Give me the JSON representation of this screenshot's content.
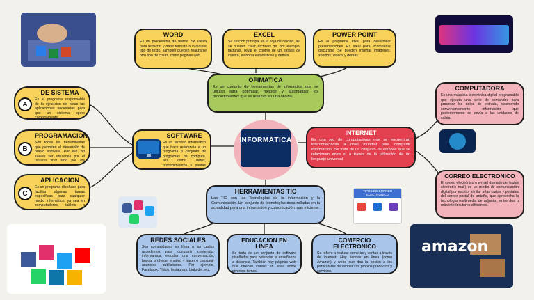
{
  "center": {
    "label": "INFORMÁTICA"
  },
  "word": {
    "title": "WORD",
    "body": "Es un procesador de textos. Se utiliza para redactar y darle formato a cualquier tipo de texto. También pueden realizarse otro tipo de cosas, como páginas web."
  },
  "excel": {
    "title": "EXCEL",
    "body": "Su función principal es la hoja de cálculo, allí se pueden crear archivos de, por ejemplo, facturas, llevar el control de un estado de cuenta, elaborar estadísticas y demás."
  },
  "powerpoint": {
    "title": "POWER POINT",
    "body": "Es el programa ideal para desarrollar presentaciones. Es ideal para acompañar discursos. Se pueden insertar imágenes, sonidos, videos y demás."
  },
  "ofimatica": {
    "title": "OFIMATICA",
    "body": "Es un conjunto de herramientas de informática que se utilizan para optimizar, mejorar y automatizar los procedimientos que se realizan en una oficina."
  },
  "sistema": {
    "title": "DE SISTEMA",
    "letter": "A",
    "body": "Es el programa responsable de la ejecución de todas las aplicaciones necesarias para que un sistema opere correctamente."
  },
  "programacion": {
    "title": "PROGRAMACION",
    "letter": "B",
    "body": "Son todas las herramientas que permiten el desarrollo de nuevo software. Por ello, no suelen ser utilizadas por el usuario final sino por los programadores."
  },
  "aplicacion": {
    "title": "APLICACION",
    "letter": "C",
    "body": "Es un programa diseñado para facilitar algunas tareas específicas para cualquier medio informático, ya sea en computadores, tablets o celulares."
  },
  "software": {
    "title": "SOFTWARE",
    "body": "Es un término informático que hace referencia a un programa o conjunto de programas de cómputo, así como datos, procedimientos y pautas que permiten realizar distintas tareas en un sistema informático."
  },
  "internet": {
    "title": "INTERNET",
    "body": "Es una red de computadoras que se encuentran interconectadas a nivel mundial para compartir información. Se trata de un conjunto de equipos que se relacionan entre sí a través de la utilización de un lenguaje universal."
  },
  "computadora": {
    "title": "COMPUTADORA",
    "body": "Es una máquina electrónica digital programable que ejecuta una serie de comandos para procesar los datos de entrada, obteniendo convenientemente información que posteriormente se envía a las unidades de salida."
  },
  "correo": {
    "title": "CORREO ELECTRONICO",
    "body": "El correo electrónico o e-mail (tomado del inglés electronic mail) es un medio de comunicación digital por escrito, similar a las cartas y postales del correo postal de antaño, que aprovecha la tecnología multimedia de adjuntar, entre dos o más interlocutores diferentes."
  },
  "mail_types": {
    "header": "TIPOS DE CORREO ELECTRÓNICO"
  },
  "herramientas": {
    "title": "HERRAMIENTAS TIC",
    "body": "Las TIC son las Tecnologías de la información y la Comunicación. Un conjunto de tecnologías desarrolladas en la actualidad para una información y comunicación más eficiente."
  },
  "redes": {
    "title": "REDES SOCIALES",
    "body": "Son comunidades en línea a las cuales accedemos para compartir contenido, informarnos, estudiar una conversación, buscar o ofrecer empleo y hacer o consumir anuncios publicitarios. Por ejemplo, Facebook, Tiktok, Instagram, Linkedin, etc."
  },
  "educacion": {
    "title": "EDUCACION EN LINEA",
    "body": "Se trata de un conjunto de software diseñados para potenciar la enseñanza a distancia. También hay páginas web que ofrecen cursos en línea sobre diversos temas."
  },
  "comercio": {
    "title": "COMERCIO ELECTRONICO",
    "body": "Se refiere a realizar compras y ventas a través de internet. Hay tiendas en línea (como Amazon) y webs que dan la opción a los particulares de vender sus propios productos y servicios."
  },
  "amazon": {
    "logo": "amazon"
  },
  "colors": {
    "yellow": "#f8d25a",
    "green": "#a8c95c",
    "blue": "#a9c6ea",
    "pink": "#f3b3ba",
    "red": "#e2404f",
    "bg": "#f3f1ec"
  }
}
